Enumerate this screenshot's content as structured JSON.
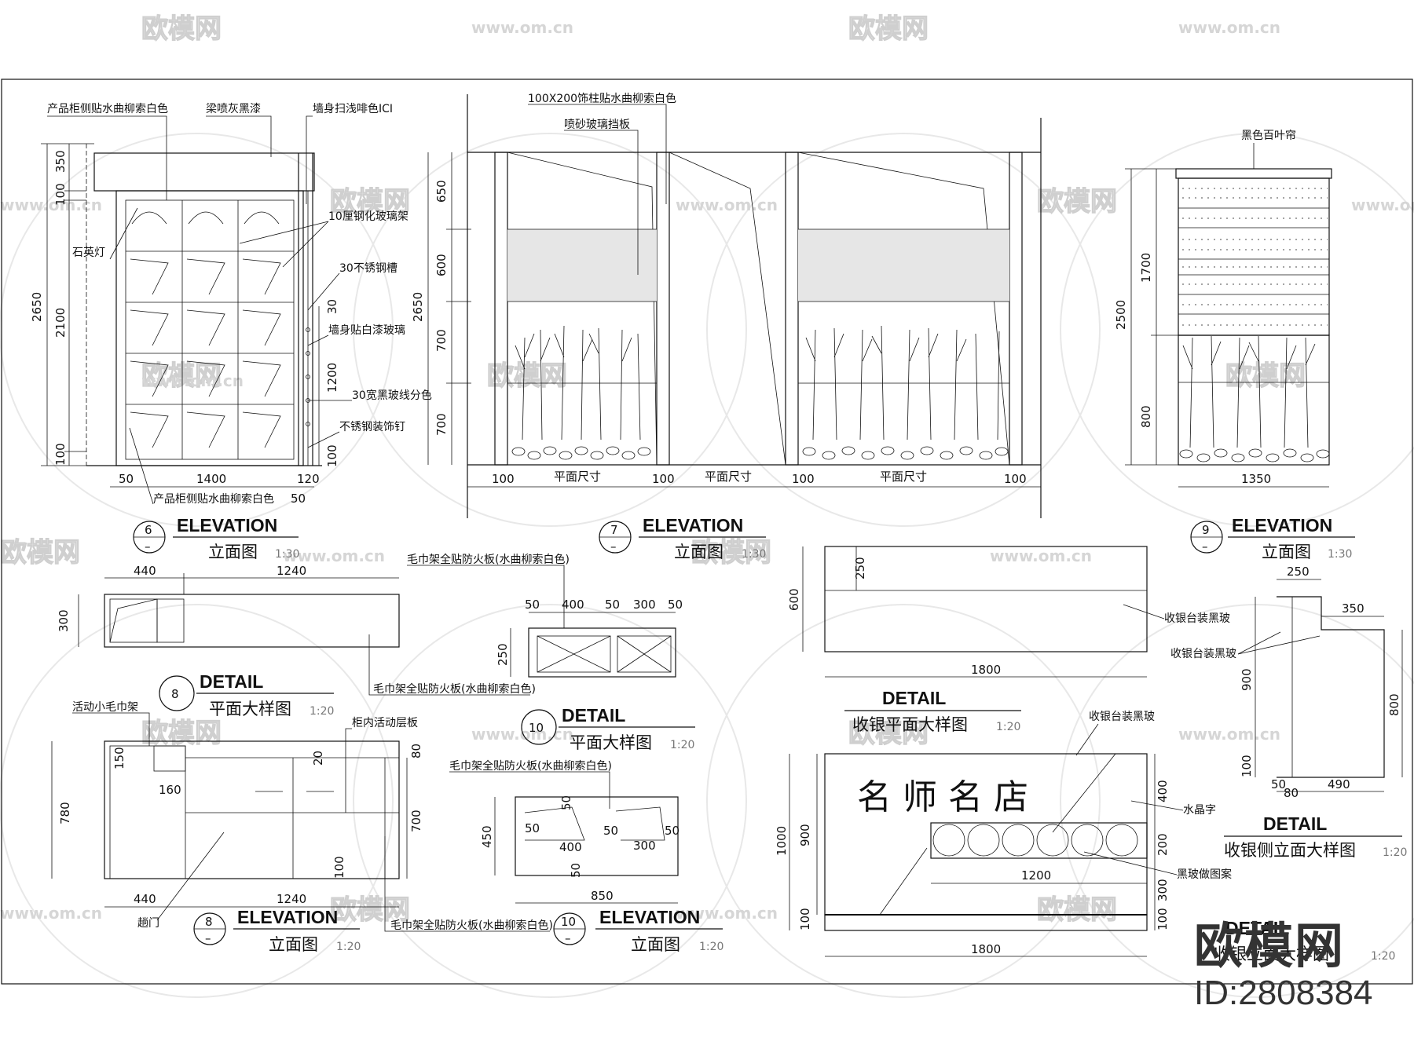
{
  "watermarks": {
    "brand": "欧模网",
    "url": "www.om.cn"
  },
  "corner": {
    "logo": "欧模网",
    "id": "ID:2808384"
  },
  "symbols": {
    "dash": "–"
  },
  "views": {
    "v6": {
      "num": "6",
      "title": "ELEVATION",
      "sub": "立面图",
      "scale": "1:30"
    },
    "v7": {
      "num": "7",
      "title": "ELEVATION",
      "sub": "立面图",
      "scale": "1:30"
    },
    "v9": {
      "num": "9",
      "title": "ELEVATION",
      "sub": "立面图",
      "scale": "1:30"
    },
    "v8d": {
      "num": "8",
      "title": "DETAIL",
      "sub": "平面大样图",
      "scale": "1:20"
    },
    "v10d": {
      "num": "10",
      "title": "DETAIL",
      "sub": "平面大样图",
      "scale": "1:20"
    },
    "v8e": {
      "num": "8",
      "title": "ELEVATION",
      "sub": "立面图",
      "scale": "1:20"
    },
    "v10e": {
      "num": "10",
      "title": "ELEVATION",
      "sub": "立面图",
      "scale": "1:20"
    },
    "cplan": {
      "title": "DETAIL",
      "sub": "收银平面大样图",
      "scale": "1:20"
    },
    "cside": {
      "title": "DETAIL",
      "sub": "收银侧立面大样图",
      "scale": "1:20"
    },
    "celev": {
      "title": "DETAIL",
      "sub": "收银立面大样图",
      "scale": "1:20"
    }
  },
  "e6": {
    "notes": {
      "top_left": "产品柜侧贴水曲柳索白色",
      "top_mid": "梁喷灰黑漆",
      "top_right": "墙身扫浅啡色ICI",
      "glass_shelf": "10厘钢化玻璃架",
      "lamp": "石英灯",
      "steel_groove": "30不锈钢槽",
      "wall_glass": "墙身贴白漆玻璃",
      "black_line": "30宽黑玻线分色",
      "steel_nail": "不锈钢装饰钉",
      "bottom": "产品柜侧贴水曲柳索白色"
    },
    "dims": {
      "d350": "350",
      "d100a": "100",
      "d2650": "2650",
      "d2100": "2100",
      "d100b": "100",
      "d30": "30",
      "d1200": "1200",
      "d100c": "100",
      "d50a": "50",
      "d1400": "1400",
      "d120": "120",
      "d50b": "50"
    }
  },
  "e7": {
    "notes": {
      "pillar": "100X200饰柱贴水曲柳索白色",
      "glass": "喷砂玻璃挡板"
    },
    "dims": {
      "d650": "650",
      "d600": "600",
      "d2650": "2650",
      "d700a": "700",
      "d700b": "700",
      "d100a": "100",
      "d100b": "100",
      "d100c": "100",
      "d100d": "100",
      "w1": "平面尺寸",
      "w2": "平面尺寸",
      "w3": "平面尺寸"
    }
  },
  "e9": {
    "notes": {
      "blind": "黑色百叶帘"
    },
    "dims": {
      "d1700": "1700",
      "d2500": "2500",
      "d800": "800",
      "d1350": "1350"
    }
  },
  "d8": {
    "dims": {
      "d440": "440",
      "d1240": "1240",
      "d300": "300"
    },
    "notes": {
      "panel": "毛巾架全贴防火板(水曲柳索白色)"
    }
  },
  "d10": {
    "notes": {
      "top": "毛巾架全贴防火板(水曲柳索白色)"
    },
    "dims": {
      "d50a": "50",
      "d400": "400",
      "d50b": "50",
      "d300": "300",
      "d50c": "50",
      "d250": "250"
    }
  },
  "cp": {
    "dims": {
      "d250": "250",
      "d600": "600",
      "d1800": "1800"
    },
    "notes": {
      "black": "收银台装黑玻"
    }
  },
  "cs": {
    "notes": {
      "black": "收银台装黑玻"
    },
    "dims": {
      "d250": "250",
      "d350": "350",
      "d900": "900",
      "d800": "800",
      "d100": "100",
      "d50": "50",
      "d80": "80",
      "d490": "490"
    }
  },
  "e8": {
    "notes": {
      "rack": "活动小毛巾架",
      "shelf": "柜内活动层板",
      "door": "趟门"
    },
    "dims": {
      "d150": "150",
      "d160": "160",
      "d780": "780",
      "d20": "20",
      "d80": "80",
      "d700": "700",
      "d100": "100",
      "d440": "440",
      "d1240": "1240"
    }
  },
  "e10": {
    "notes": {
      "top": "毛巾架全贴防火板(水曲柳索白色)",
      "bottom": "毛巾架全贴防火板(水曲柳索白色)"
    },
    "dims": {
      "d450": "450",
      "d50a": "50",
      "d50b": "50",
      "d50c": "50",
      "d50d": "50",
      "d400": "400",
      "d300": "300",
      "d50e": "50",
      "d850": "850"
    }
  },
  "ce": {
    "sign": "名 师 名 店",
    "notes": {
      "black": "收银台装黑玻",
      "crystal": "水晶字",
      "pattern": "黑玻做图案"
    },
    "dims": {
      "d1000": "1000",
      "d900": "900",
      "d400": "400",
      "d200": "200",
      "d300": "300",
      "d100a": "100",
      "d100b": "100",
      "d1200": "1200",
      "d1800": "1800"
    }
  }
}
